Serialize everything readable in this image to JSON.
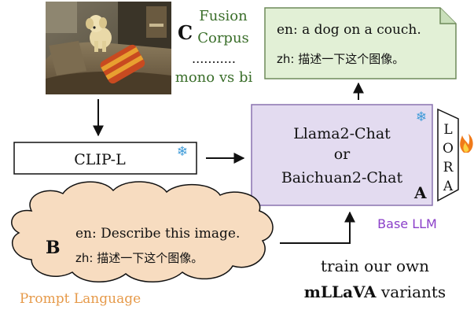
{
  "labels": {
    "c_letter": "C",
    "fusion_line1": "Fusion",
    "fusion_line2": "Corpus",
    "dots": "...........",
    "mono_vs_bi": "mono vs bi",
    "output_en": "en: a dog on a couch.",
    "output_zh": "zh: 描述一下这个图像。",
    "clip": "CLIP-L",
    "llm_line1": "Llama2-Chat",
    "llm_line2": "or",
    "llm_line3": "Baichuan2-Chat",
    "a_letter": "A",
    "base_llm": "Base LLM",
    "lora": [
      "L",
      "O",
      "R",
      "A"
    ],
    "b_letter": "B",
    "prompt_en": "en: Describe this image.",
    "prompt_zh": "zh: 描述一下这个图像。",
    "prompt_language": "Prompt Language",
    "train_line1": "train our own",
    "train_bold": "mLLaVA",
    "train_rest": " variants"
  },
  "icons": {
    "frozen": "snowflake-icon",
    "trainable": "fire-icon"
  },
  "colors": {
    "fusion_green": "#3a6e2a",
    "llm_fill": "#e3dbf0",
    "llm_border": "#8a73b0",
    "base_llm_purple": "#8b3fc9",
    "prompt_orange": "#e69a4a",
    "cloud_fill": "#f7dcc0",
    "note_fill": "#e2f0d6",
    "note_border": "#6e8a5a",
    "snowflake_blue": "#3d9ad8"
  }
}
